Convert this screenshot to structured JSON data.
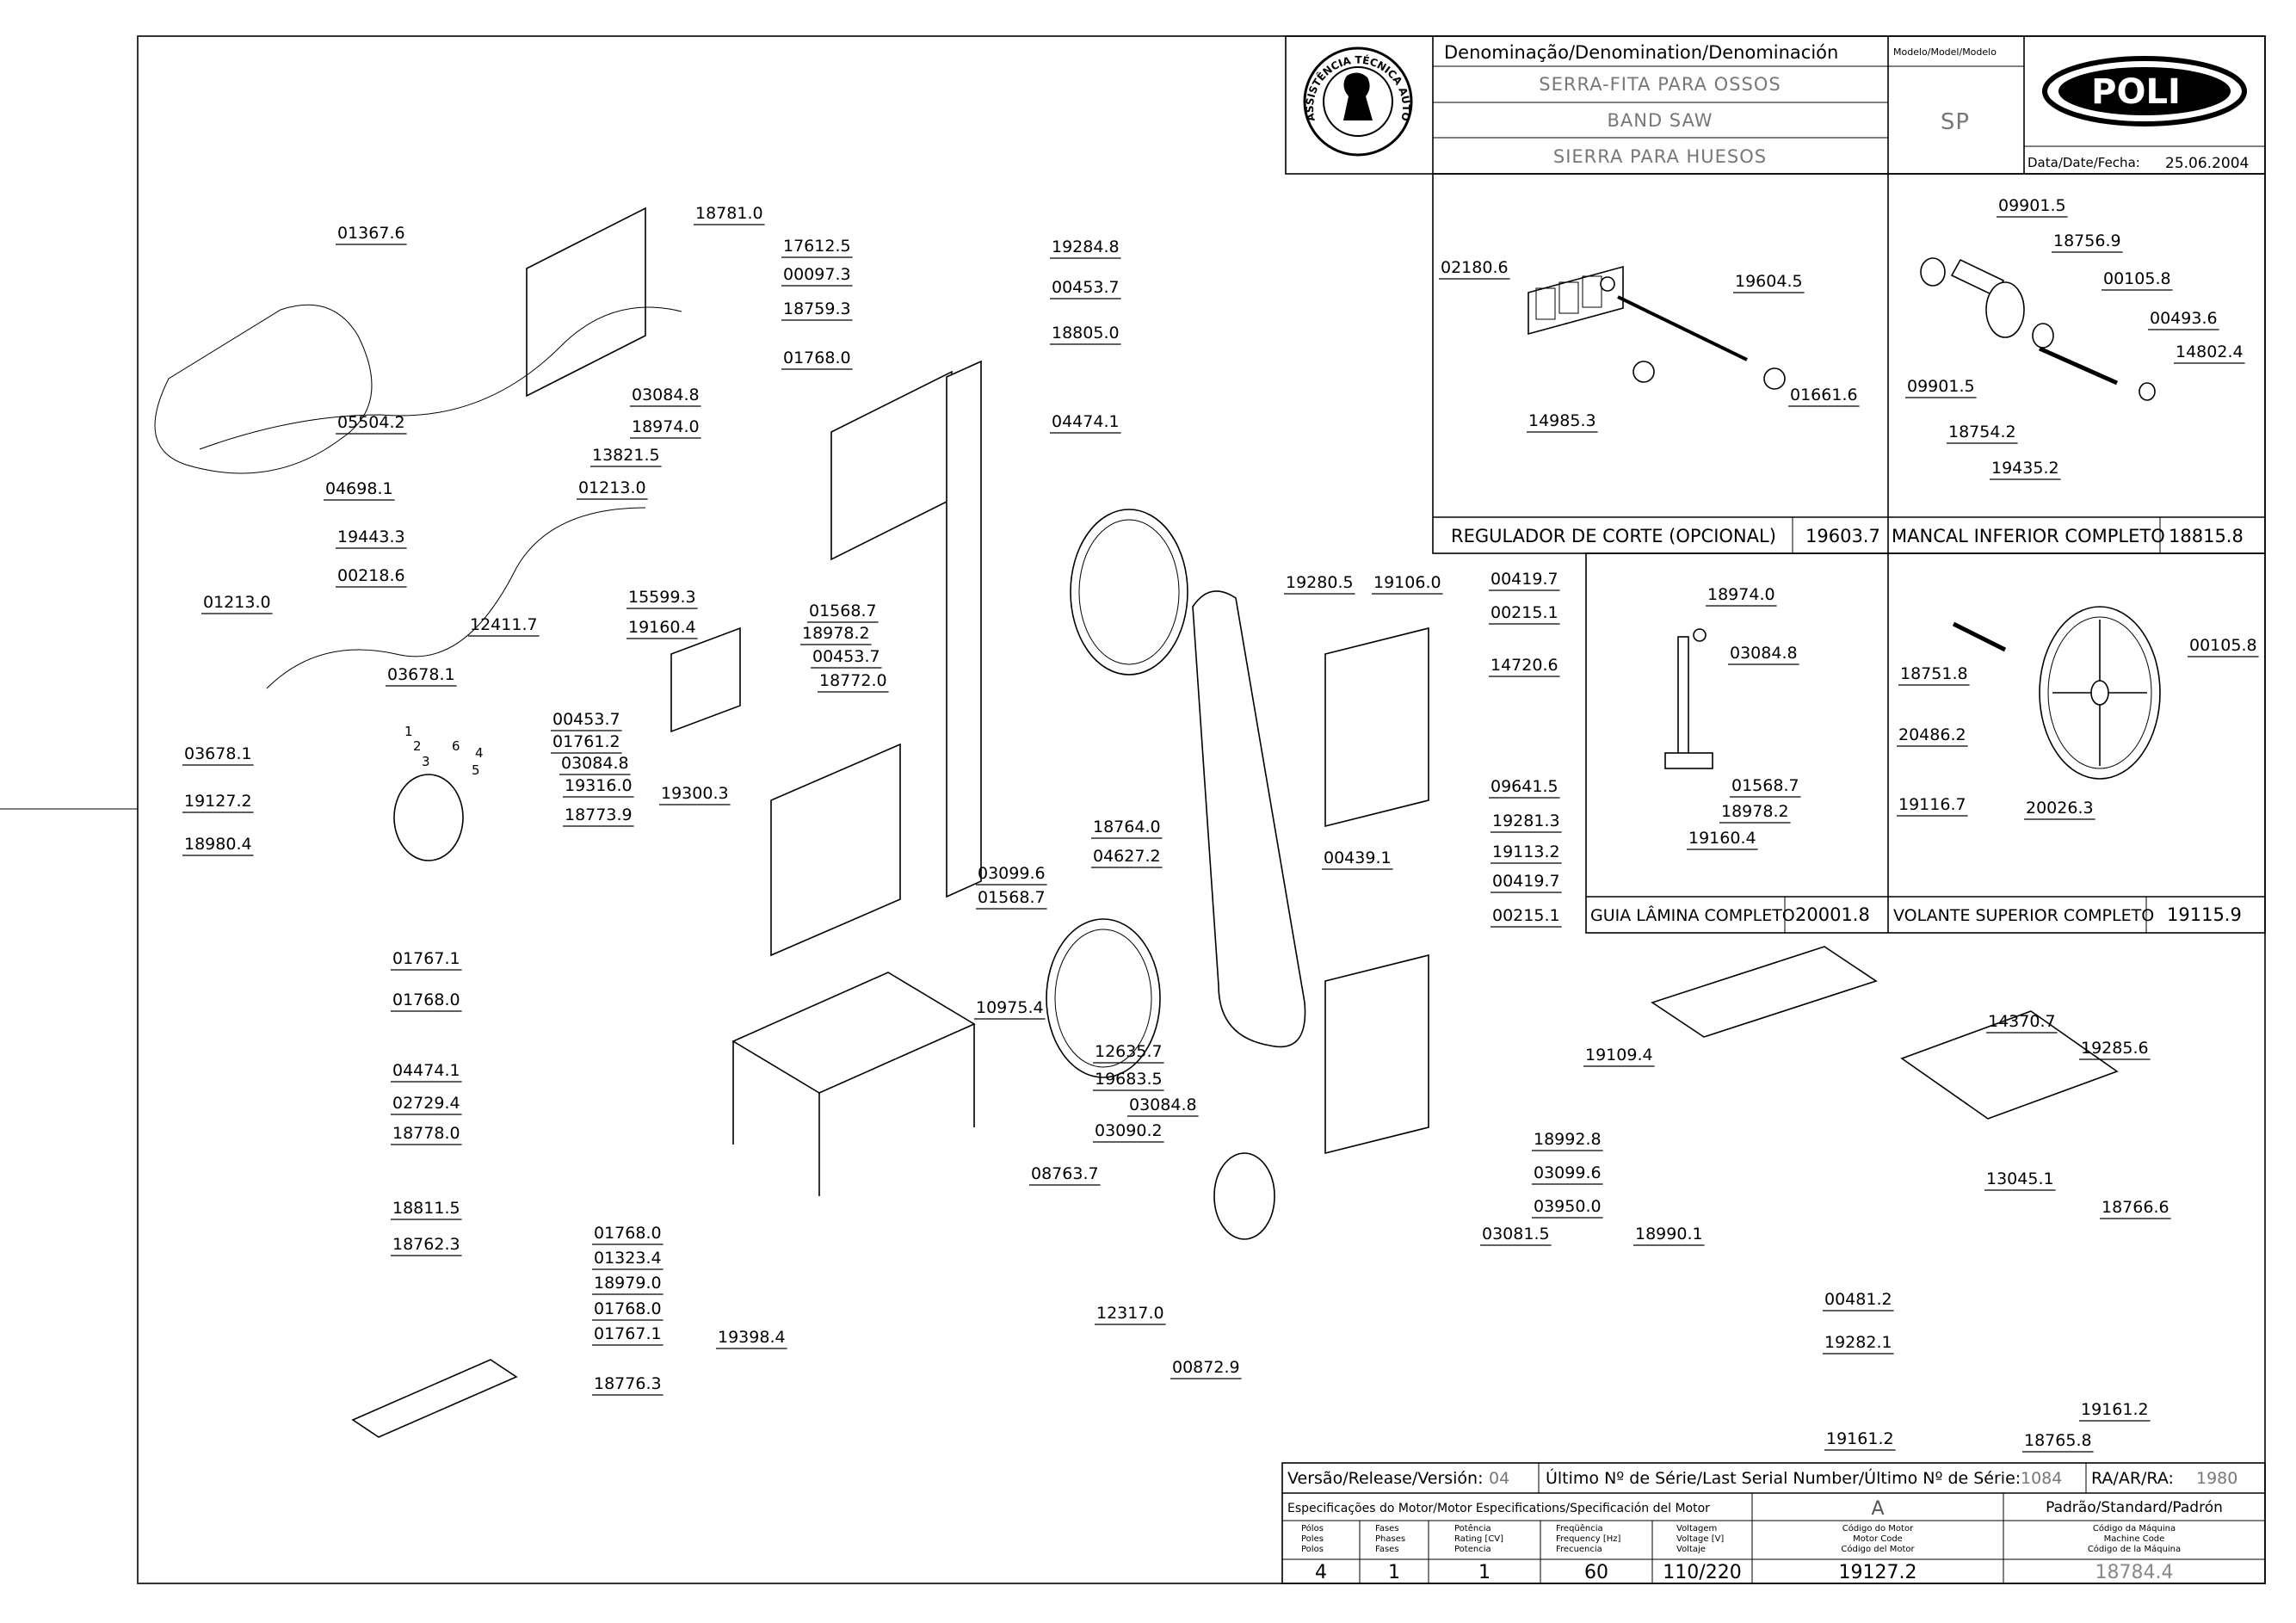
{
  "header": {
    "denomination_label": "Denominação/Denomination/Denominación",
    "model_label": "Modelo/Model/Modelo",
    "name_pt": "SERRA-FITA PARA OSSOS",
    "name_en": "BAND SAW",
    "name_es": "SIERRA PARA HUESOS",
    "model": "SP",
    "brand": "POLI",
    "date_label": "Data/Date/Fecha:",
    "date": "25.06.2004",
    "seal_text": "ASSISTÊNCIA TÉCNICA AUTORIZADA"
  },
  "assemblies": [
    {
      "title": "REGULADOR DE CORTE (OPCIONAL)",
      "code": "19603.7",
      "parts": [
        "02180.6",
        "19604.5",
        "14985.3",
        "01661.6"
      ]
    },
    {
      "title": "MANCAL INFERIOR COMPLETO",
      "code": "18815.8",
      "parts": [
        "09901.5",
        "18756.9",
        "00105.8",
        "00493.6",
        "14802.4",
        "09901.5",
        "18754.2",
        "19435.2"
      ]
    },
    {
      "title": "GUIA LÂMINA COMPLETO",
      "code": "20001.8",
      "parts": [
        "18974.0",
        "03084.8",
        "01568.7",
        "18978.2",
        "19160.4"
      ]
    },
    {
      "title": "VOLANTE SUPERIOR COMPLETO",
      "code": "19115.9",
      "parts": [
        "00105.8",
        "18751.8",
        "20486.2",
        "19116.7",
        "20026.3"
      ]
    }
  ],
  "callouts": [
    "01367.6",
    "18781.0",
    "05504.2",
    "04698.1",
    "19443.3",
    "00218.6",
    "01213.0",
    "03678.1",
    "03678.1",
    "17612.5",
    "00097.3",
    "18759.3",
    "03084.8",
    "18974.0",
    "13821.5",
    "01213.0",
    "15599.3",
    "19160.4",
    "12411.7",
    "01568.7",
    "18978.2",
    "00453.7",
    "18772.0",
    "00453.7",
    "01761.2",
    "03084.8",
    "19316.0",
    "18773.9",
    "19127.2",
    "18980.4",
    "01767.1",
    "01768.0",
    "19300.3",
    "19284.8",
    "00453.7",
    "18805.0",
    "01768.0",
    "04474.1",
    "03099.6",
    "01568.7",
    "18764.0",
    "04627.2",
    "10975.4",
    "12635.7",
    "19683.5",
    "03090.2",
    "04474.1",
    "02729.4",
    "18778.0",
    "18811.5",
    "18762.3",
    "08763.7",
    "01768.0",
    "01323.4",
    "18979.0",
    "01768.0",
    "01767.1",
    "19398.4",
    "18776.3",
    "03084.8",
    "12317.0",
    "00872.9",
    "00439.1",
    "19280.5",
    "19106.0",
    "00419.7",
    "00215.1",
    "14720.6",
    "09641.5",
    "19281.3",
    "19113.2",
    "00419.7",
    "00215.1",
    "19109.4",
    "18992.8",
    "03099.6",
    "03950.0",
    "14370.7",
    "19285.6",
    "13045.1",
    "18766.6",
    "03081.5",
    "18990.1",
    "00481.2",
    "19282.1",
    "19161.2",
    "19161.2",
    "18765.8"
  ],
  "wire_numbers": [
    "1",
    "2",
    "3",
    "4",
    "5",
    "6"
  ],
  "footer": {
    "version_label": "Versão/Release/Versión:",
    "version": "04",
    "serial_label": "Último Nº de Série/Last Serial Number/Último Nº de Série:",
    "serial": "1084",
    "ra_label": "RA/AR/RA:",
    "ra": "1980",
    "motor_spec_label": "Especificações do Motor/Motor Especifications/Specificación del Motor",
    "motor_code_letter": "A",
    "standard_label": "Padrão/Standard/Padrón",
    "col_poles": [
      "Pólos",
      "Poles",
      "Polos"
    ],
    "col_phases": [
      "Fases",
      "Phases",
      "Fases"
    ],
    "col_power": [
      "Potência",
      "Rating [CV]",
      "Potencia"
    ],
    "col_freq": [
      "Freqüência",
      "Frequency [Hz]",
      "Frecuencia"
    ],
    "col_voltage": [
      "Voltagem",
      "Voltage [V]",
      "Voltaje"
    ],
    "col_motor_code": [
      "Código do Motor",
      "Motor Code",
      "Código del Motor"
    ],
    "col_machine_code": [
      "Código da Máquina",
      "Machine Code",
      "Código de la Máquina"
    ],
    "poles": "4",
    "phases": "1",
    "power": "1",
    "frequency": "60",
    "voltage": "110/220",
    "motor_code": "19127.2",
    "machine_code": "18784.4"
  }
}
